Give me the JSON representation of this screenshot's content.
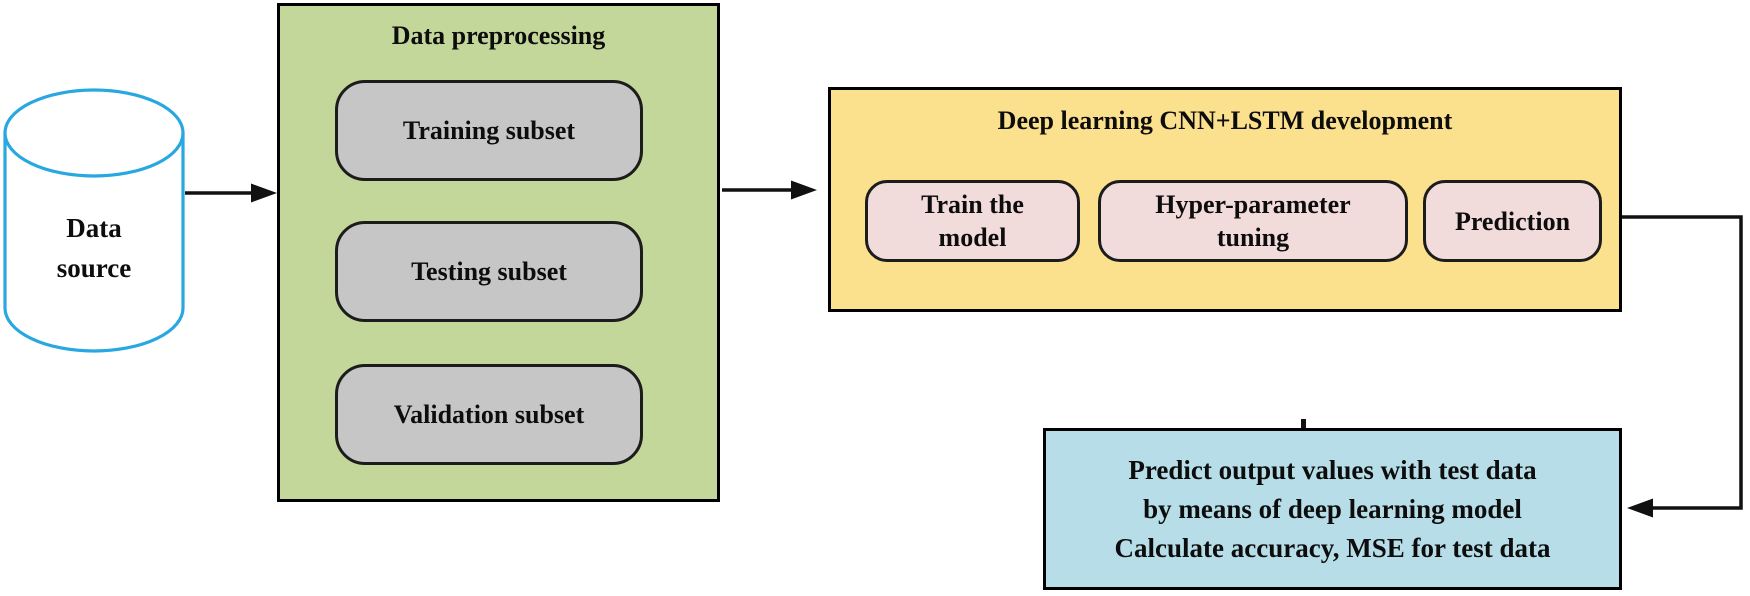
{
  "colors": {
    "cylinder": "#29A7E1",
    "green": "#C4D79B",
    "gray": "#C6C6C6",
    "yellow": "#FBE08D",
    "pink": "#F2DCDB",
    "blue": "#B7DEE8",
    "line": "#111111"
  },
  "data_source": {
    "lines": [
      "Data",
      "source"
    ]
  },
  "preprocessing": {
    "title": "Data preprocessing",
    "subsets": [
      "Training subset",
      "Testing subset",
      "Validation subset"
    ]
  },
  "development": {
    "title": "Deep learning CNN+LSTM development",
    "steps": [
      "Train the model",
      "Hyper-parameter tuning",
      "Prediction"
    ]
  },
  "evaluation": {
    "lines": [
      "Predict output values with test data",
      "by means of deep learning model",
      "Calculate accuracy, MSE for test data"
    ]
  }
}
